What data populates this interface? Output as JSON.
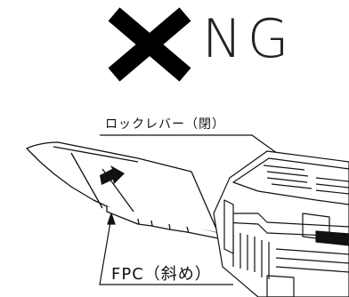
{
  "judgement": {
    "mark_icon": "cross-mark-icon",
    "text": "NG"
  },
  "labels": {
    "lever": "ロックレバー（閉）",
    "fpc": "FPC（斜め）"
  },
  "colors": {
    "ink": "#111111",
    "background": "#ffffff"
  }
}
